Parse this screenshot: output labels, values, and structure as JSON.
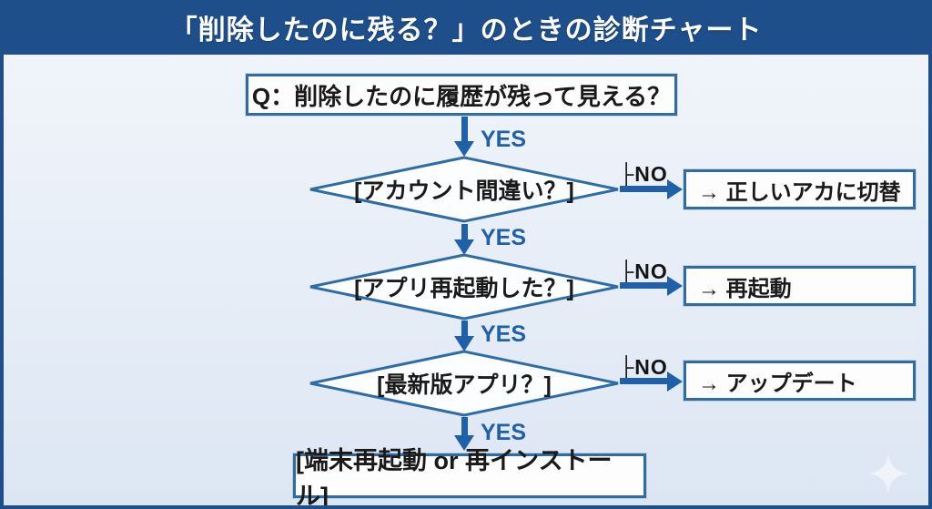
{
  "header": {
    "title": "「削除したのに残る？」のときの診断チャート"
  },
  "labels": {
    "yes": "YES",
    "no": "├NO"
  },
  "chart": {
    "question": "Q：削除したのに履歴が残って見える？",
    "steps": [
      {
        "condition": "[アカウント間違い？]",
        "no_action": "→ 正しいアカに切替"
      },
      {
        "condition": "[アプリ再起動した？]",
        "no_action": "→ 再起動"
      },
      {
        "condition": "[最新版アプリ？]",
        "no_action": "→ アップデート"
      }
    ],
    "final": "[端末再起動 or 再インストール]"
  },
  "colors": {
    "header_bg": "#1f4f8a",
    "panel_bg": "#e9eff8",
    "arrow_blue": "#2060a8",
    "box_border": "#2e6da4",
    "box_fill": "#fdfdfe",
    "yes_text": "#2060a8",
    "no_text": "#141414"
  },
  "icons": {
    "sparkle": "four-point-star"
  }
}
